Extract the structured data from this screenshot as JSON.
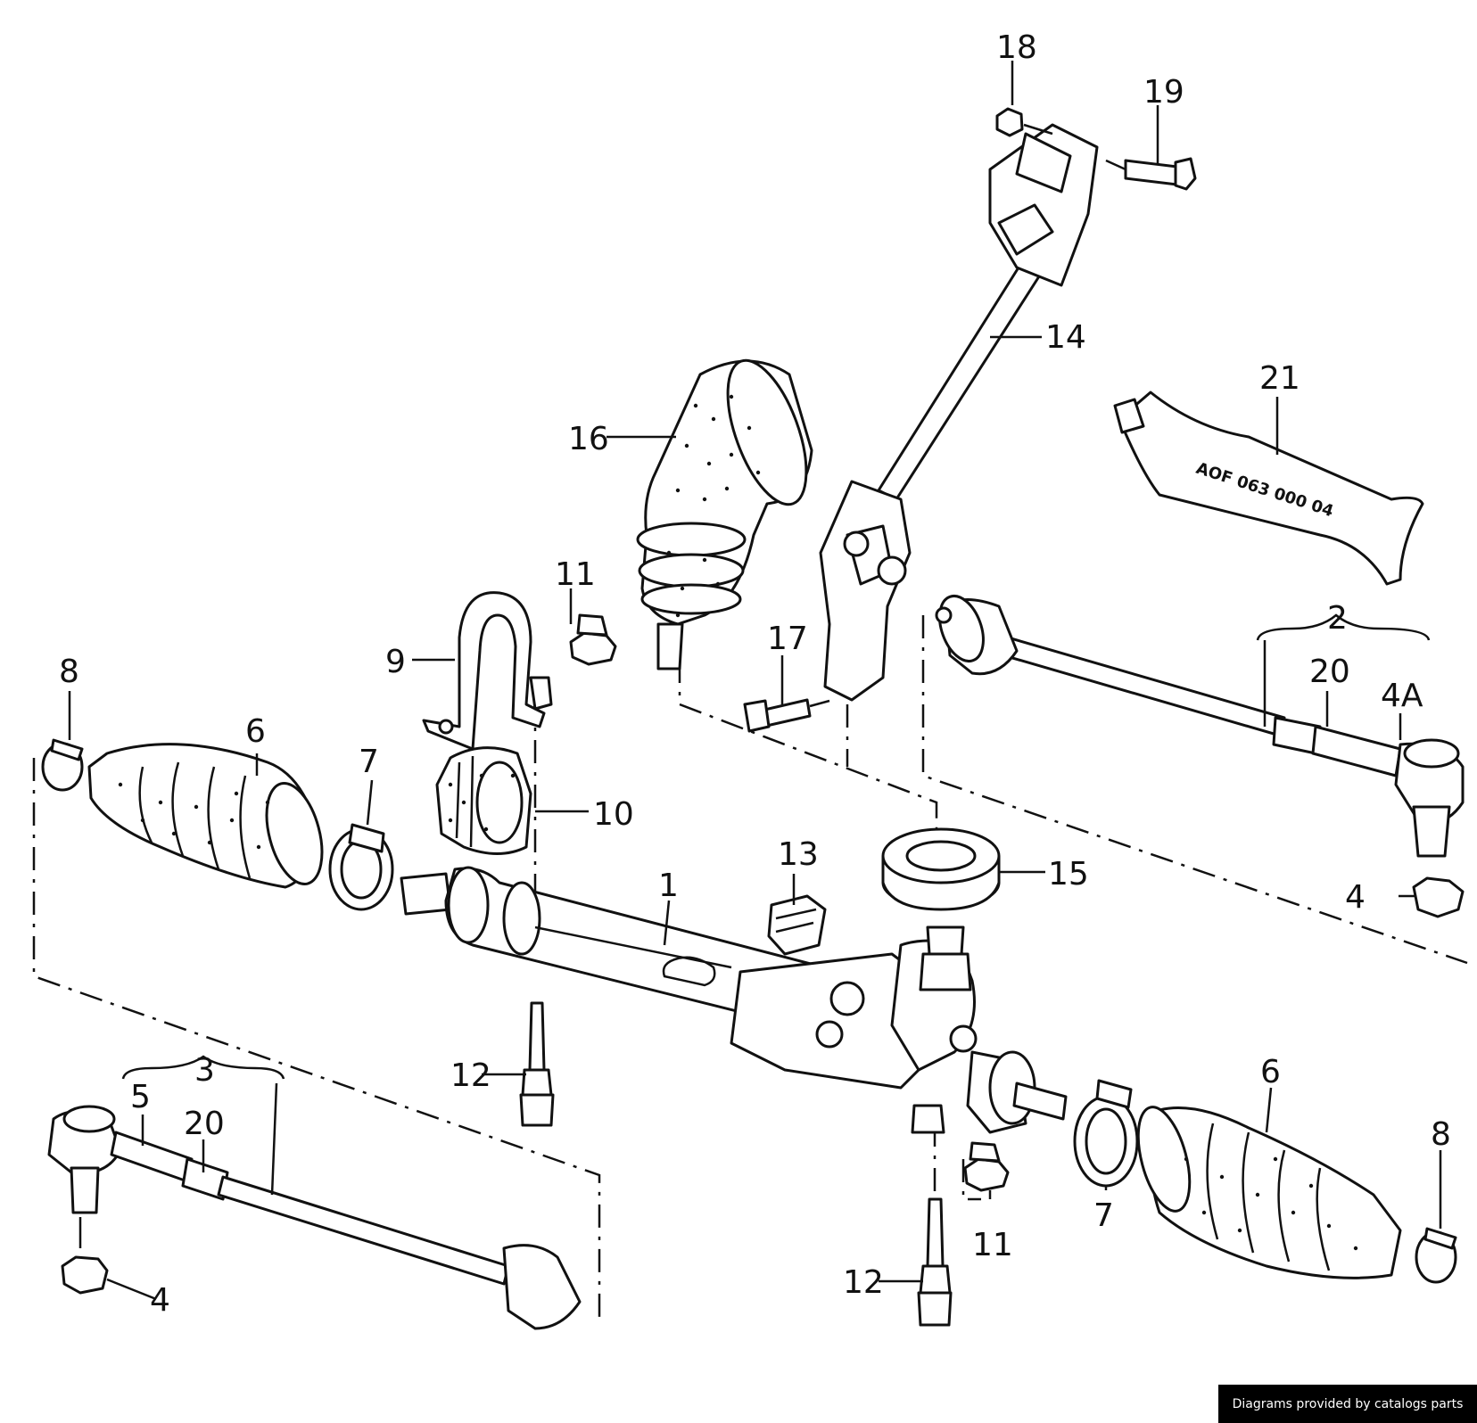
{
  "callouts": {
    "c1": "1",
    "c2": "2",
    "c3": "3",
    "c4a": "4",
    "c4b": "4",
    "c4A": "4A",
    "c5": "5",
    "c6a": "6",
    "c6b": "6",
    "c7a": "7",
    "c7b": "7",
    "c8a": "8",
    "c8b": "8",
    "c9": "9",
    "c10": "10",
    "c11a": "11",
    "c11b": "11",
    "c12a": "12",
    "c12b": "12",
    "c13": "13",
    "c14": "14",
    "c15": "15",
    "c16": "16",
    "c17": "17",
    "c18": "18",
    "c19": "19",
    "c20a": "20",
    "c20b": "20",
    "c21": "21"
  },
  "tube_label": "AOF 063 000 04",
  "credit": "Diagrams provided by catalogs parts"
}
